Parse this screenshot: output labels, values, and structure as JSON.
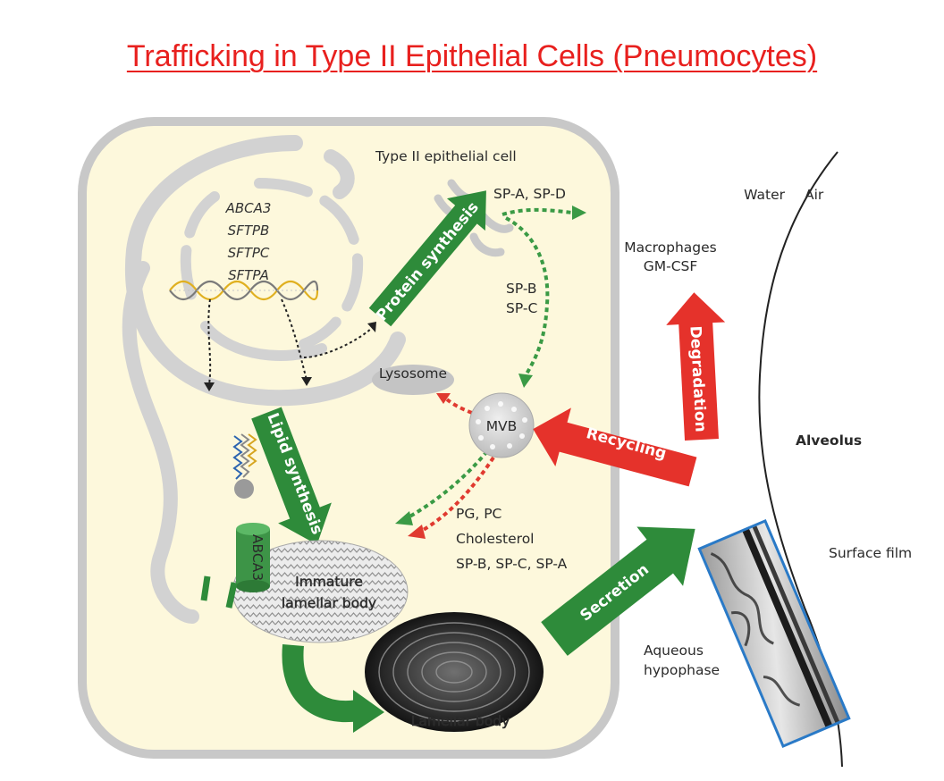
{
  "title": "Trafficking in Type II Epithelial Cells (Pneumocytes)",
  "colors": {
    "title": "#e8201e",
    "cell_fill": "#fdf8dc",
    "green_arrow": "#2e8b3a",
    "red_arrow": "#e5322b",
    "box_border": "#2a7ac7",
    "er_gray": "#d3d3d3"
  },
  "diagram": {
    "cell_label": "Type II epithelial cell",
    "genes": [
      "ABCA3",
      "SFTPB",
      "SFTPC",
      "SFTPA"
    ],
    "protein_synthesis": "Protein synthesis",
    "lipid_synthesis": "Lipid synthesis",
    "sp_ad": "SP-A, SP-D",
    "sp_b": "SP-B",
    "sp_c": "SP-C",
    "lysosome": "Lysosome",
    "mvb": "MVB",
    "abca3": "ABCA3",
    "immature_1": "Immature",
    "immature_2": "lamellar body",
    "lamellar_body": "Lamellar body",
    "secretion": "Secretion",
    "recycling": "Recycling",
    "degradation": "Degradation",
    "macrophages": "Macrophages",
    "gmcsf": "GM-CSF",
    "water": "Water",
    "air": "Air",
    "alveolus": "Alveolus",
    "surface_film": "Surface film",
    "aqueous_1": "Aqueous",
    "aqueous_2": "hypophase",
    "lipids": [
      "PG, PC",
      "Cholesterol",
      "SP-B, SP-C, SP-A"
    ]
  }
}
